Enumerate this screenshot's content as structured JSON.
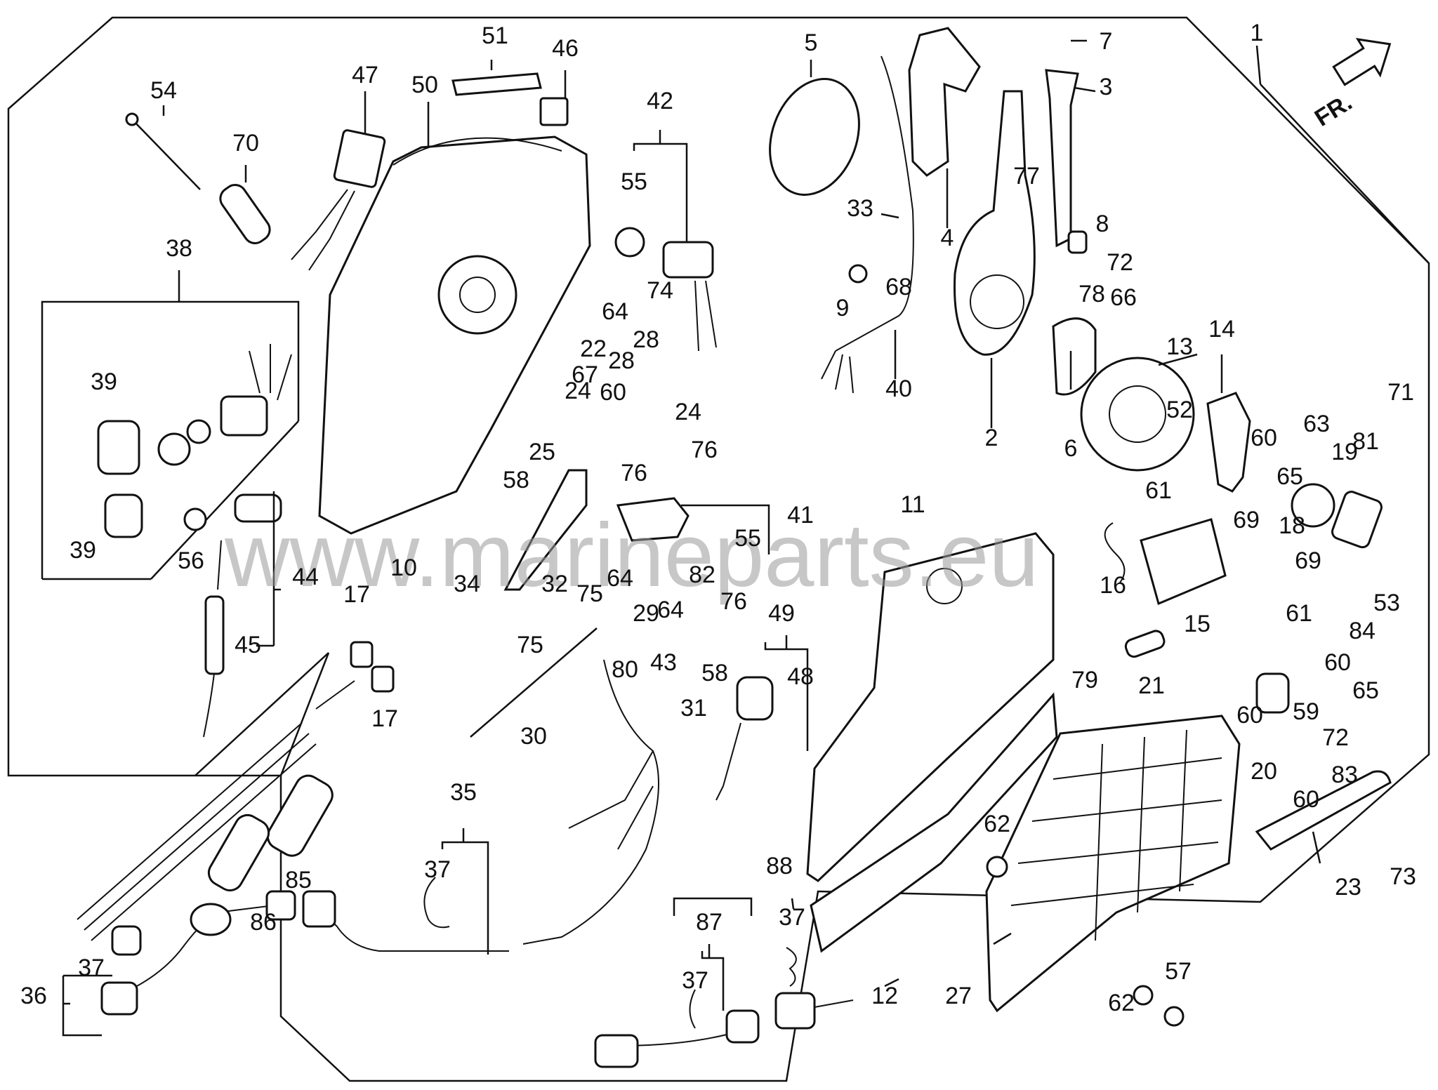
{
  "diagram": {
    "orientation_label": "FR.",
    "watermark": "www.marineparts.eu",
    "callouts": [
      "1",
      "2",
      "3",
      "4",
      "5",
      "6",
      "7",
      "8",
      "9",
      "10",
      "11",
      "12",
      "13",
      "14",
      "15",
      "16",
      "17",
      "18",
      "19",
      "20",
      "21",
      "22",
      "23",
      "24",
      "25",
      "27",
      "28",
      "29",
      "30",
      "31",
      "32",
      "33",
      "34",
      "35",
      "36",
      "37",
      "38",
      "39",
      "40",
      "41",
      "42",
      "43",
      "44",
      "45",
      "46",
      "47",
      "48",
      "49",
      "50",
      "51",
      "52",
      "53",
      "54",
      "55",
      "56",
      "57",
      "58",
      "59",
      "60",
      "61",
      "62",
      "63",
      "64",
      "65",
      "66",
      "67",
      "68",
      "69",
      "70",
      "71",
      "72",
      "73",
      "74",
      "75",
      "76",
      "77",
      "78",
      "79",
      "80",
      "81",
      "82",
      "83",
      "84",
      "85",
      "86",
      "87",
      "88"
    ]
  }
}
